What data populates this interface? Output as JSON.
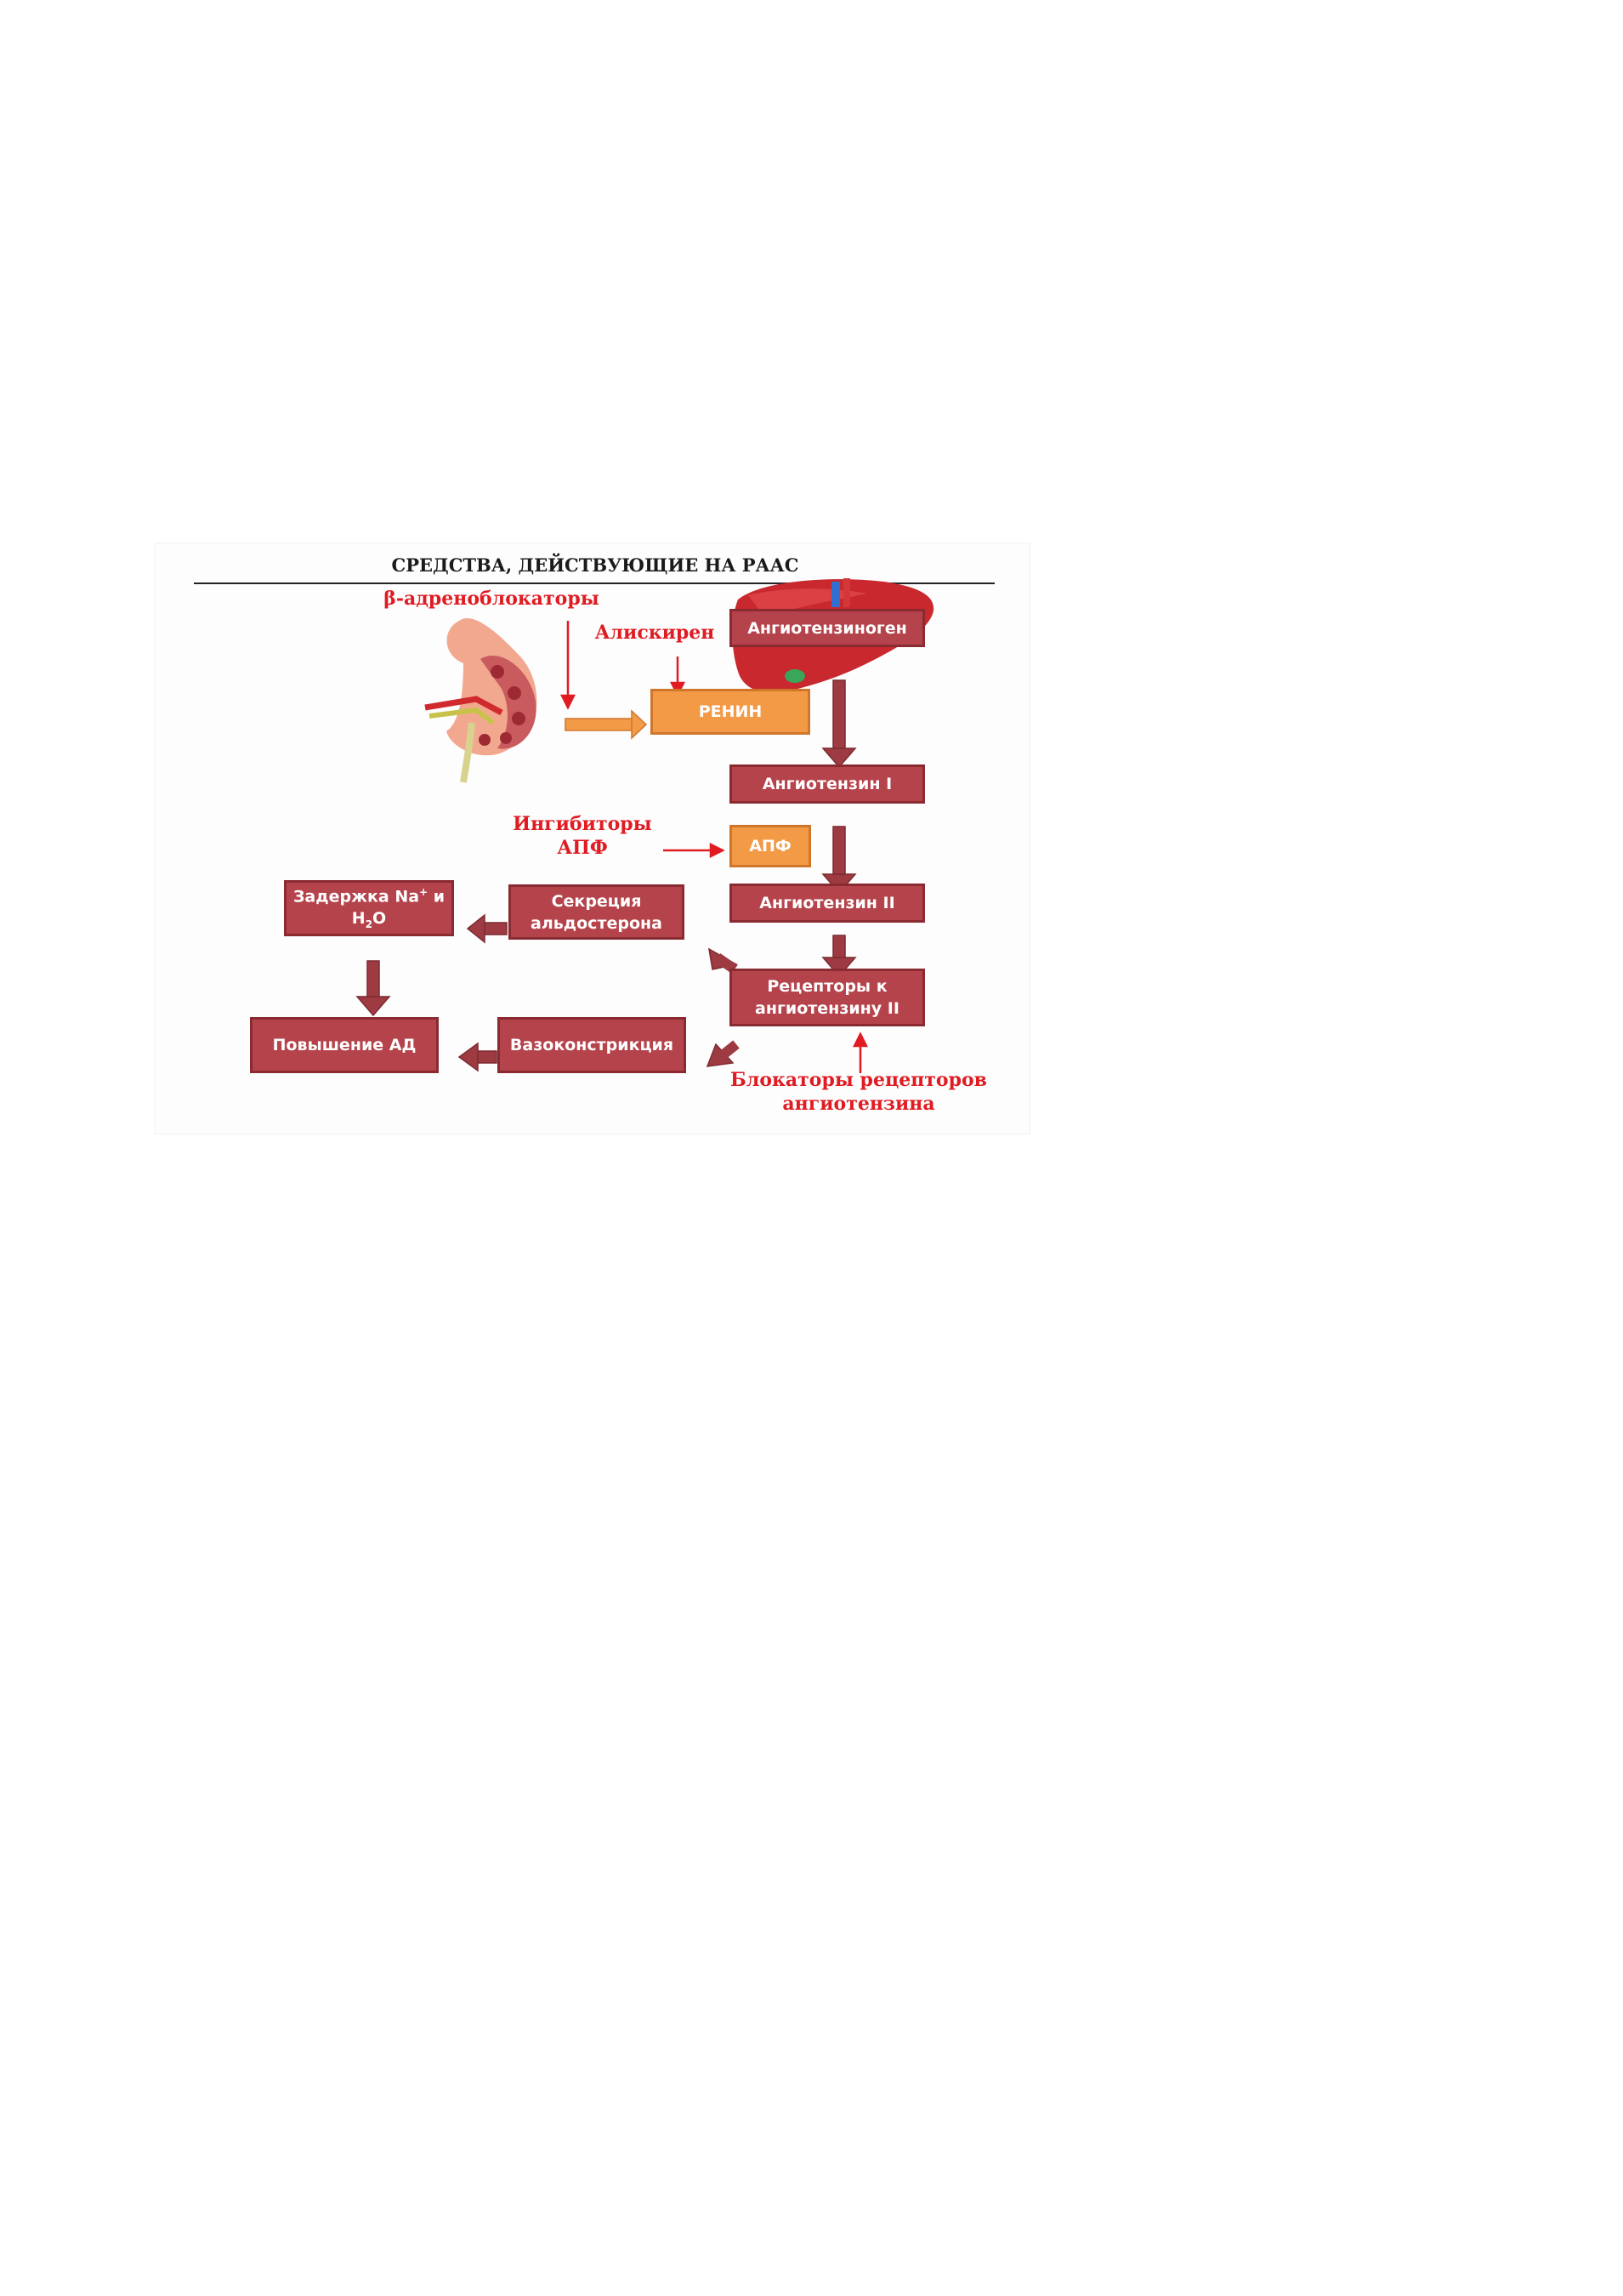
{
  "title": "СРЕДСТВА, ДЕЙСТВУЮЩИЕ НА РААС",
  "drugs": {
    "beta_blockers": "β-адреноблокаторы",
    "aliskiren": "Алискирен",
    "ace_inhibitors_line1": "Ингибиторы",
    "ace_inhibitors_line2": "АПФ",
    "arb_line1": "Блокаторы рецепторов",
    "arb_line2": "ангиотензина"
  },
  "boxes": {
    "angiotensinogen": "Ангиотензиноген",
    "renin": "РЕНИН",
    "angiotensin1": "Ангиотензин I",
    "ace": "АПФ",
    "angiotensin2": "Ангиотензин II",
    "receptors_line1": "Рецепторы к",
    "receptors_line2": "ангиотензину II",
    "aldosterone_line1": "Секреция",
    "aldosterone_line2": "альдостерона",
    "retention_pre": "Задержка Na",
    "retention_sup": "+",
    "retention_mid": " и",
    "retention_h": "H",
    "retention_sub": "2",
    "retention_o": "O",
    "vasoconstriction": "Вазоконстрикция",
    "bp_increase": "Повышение АД"
  },
  "icons": {
    "kidney": "kidney-illustration",
    "liver": "liver-illustration"
  },
  "colors": {
    "box_red": "#b5434b",
    "box_orange": "#f39a47",
    "drug_red": "#e01b22",
    "arrow_dark": "#9e3b42"
  }
}
